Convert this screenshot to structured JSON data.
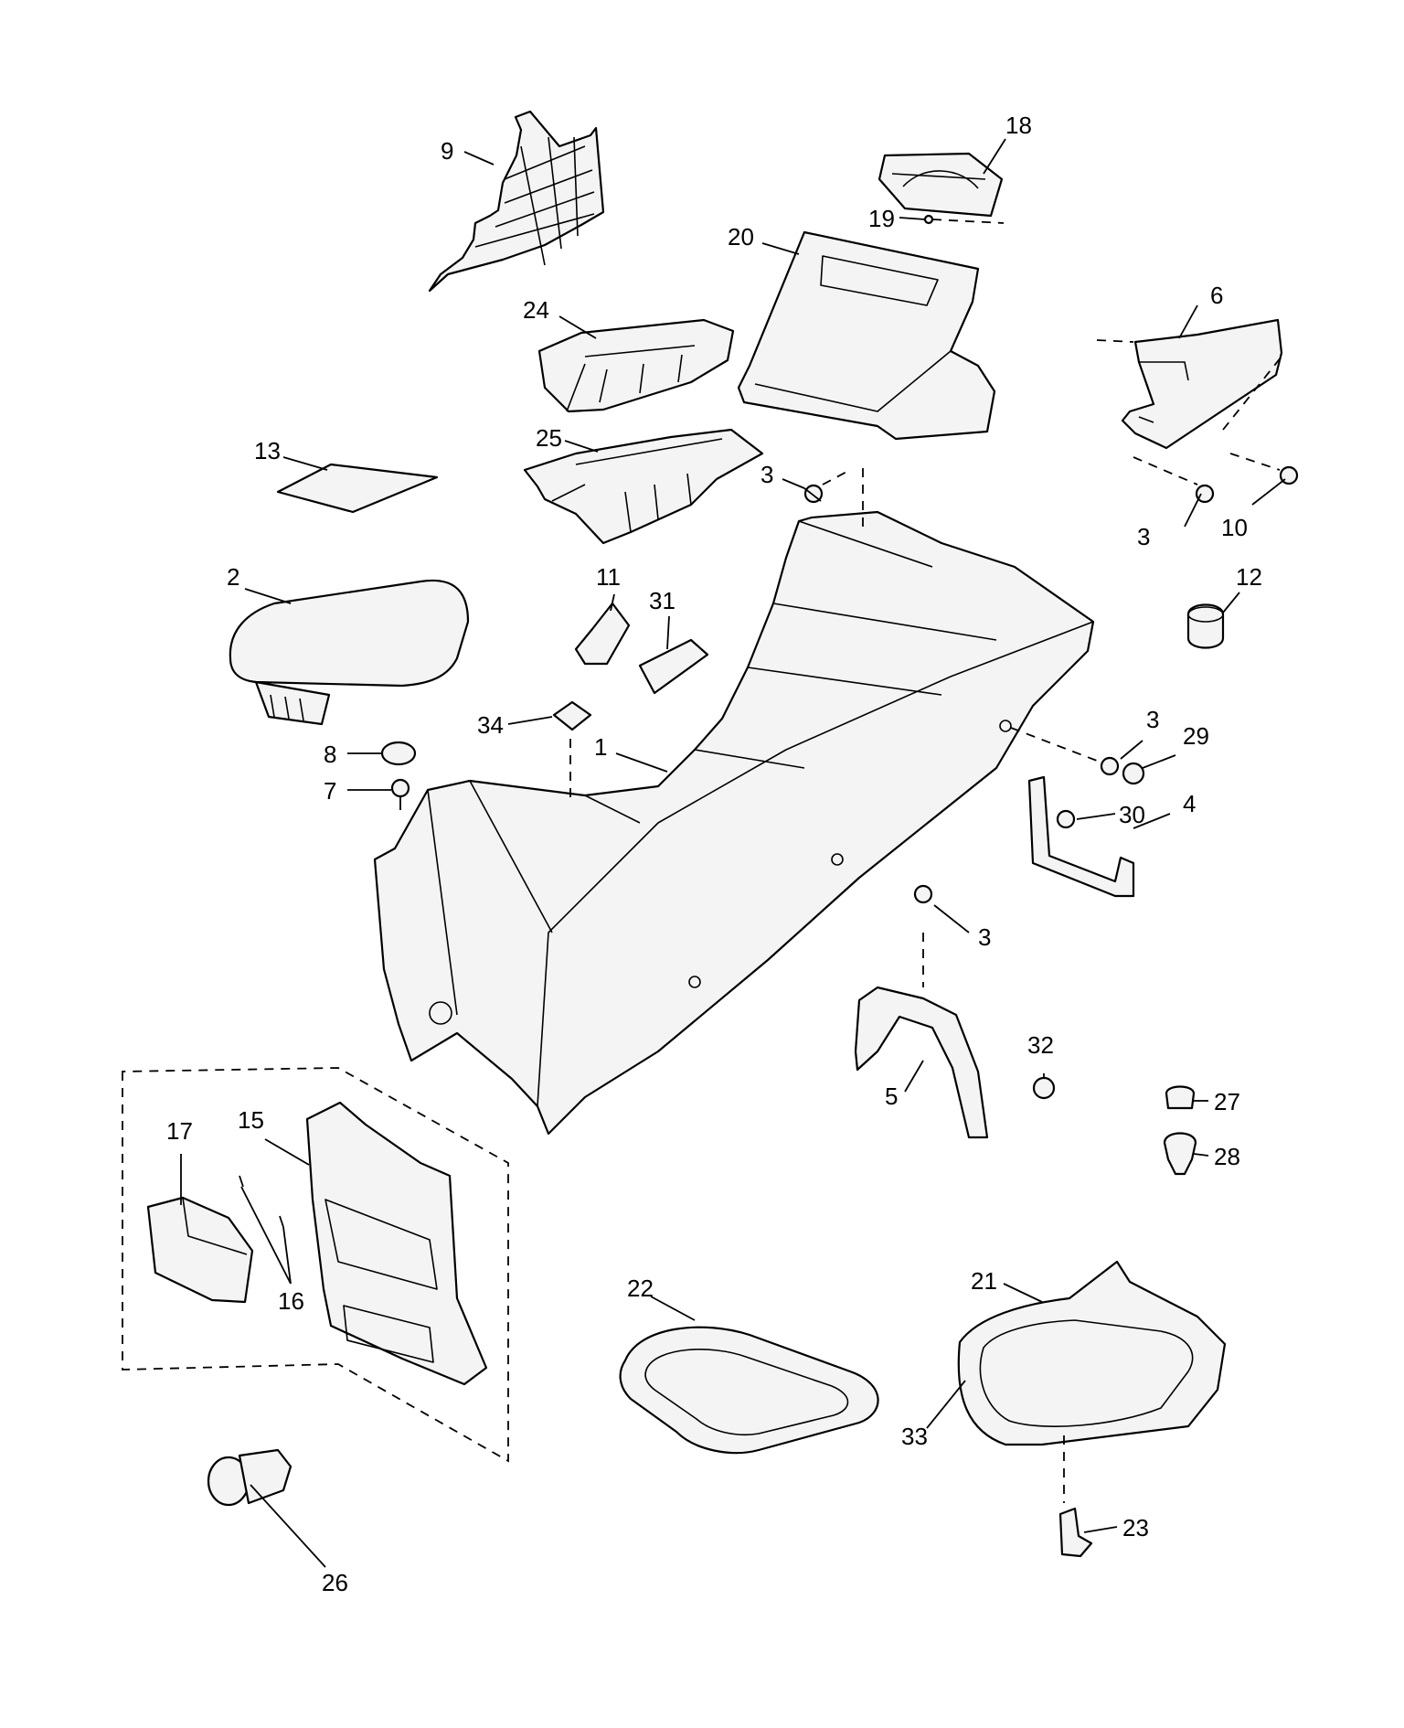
{
  "diagram": {
    "labels": [
      {
        "id": "lbl-9",
        "text": "9"
      },
      {
        "id": "lbl-18",
        "text": "18"
      },
      {
        "id": "lbl-19",
        "text": "19"
      },
      {
        "id": "lbl-20",
        "text": "20"
      },
      {
        "id": "lbl-24",
        "text": "24"
      },
      {
        "id": "lbl-6",
        "text": "6"
      },
      {
        "id": "lbl-13",
        "text": "13"
      },
      {
        "id": "lbl-25",
        "text": "25"
      },
      {
        "id": "lbl-3a",
        "text": "3"
      },
      {
        "id": "lbl-3b",
        "text": "3"
      },
      {
        "id": "lbl-10",
        "text": "10"
      },
      {
        "id": "lbl-2",
        "text": "2"
      },
      {
        "id": "lbl-11",
        "text": "11"
      },
      {
        "id": "lbl-31",
        "text": "31"
      },
      {
        "id": "lbl-12",
        "text": "12"
      },
      {
        "id": "lbl-34",
        "text": "34"
      },
      {
        "id": "lbl-1",
        "text": "1"
      },
      {
        "id": "lbl-8",
        "text": "8"
      },
      {
        "id": "lbl-7",
        "text": "7"
      },
      {
        "id": "lbl-3c",
        "text": "3"
      },
      {
        "id": "lbl-29",
        "text": "29"
      },
      {
        "id": "lbl-4",
        "text": "4"
      },
      {
        "id": "lbl-30",
        "text": "30"
      },
      {
        "id": "lbl-3d",
        "text": "3"
      },
      {
        "id": "lbl-32",
        "text": "32"
      },
      {
        "id": "lbl-5",
        "text": "5"
      },
      {
        "id": "lbl-17",
        "text": "17"
      },
      {
        "id": "lbl-15",
        "text": "15"
      },
      {
        "id": "lbl-27",
        "text": "27"
      },
      {
        "id": "lbl-28",
        "text": "28"
      },
      {
        "id": "lbl-16",
        "text": "16"
      },
      {
        "id": "lbl-22",
        "text": "22"
      },
      {
        "id": "lbl-21",
        "text": "21"
      },
      {
        "id": "lbl-33",
        "text": "33"
      },
      {
        "id": "lbl-23",
        "text": "23"
      },
      {
        "id": "lbl-26",
        "text": "26"
      }
    ]
  }
}
